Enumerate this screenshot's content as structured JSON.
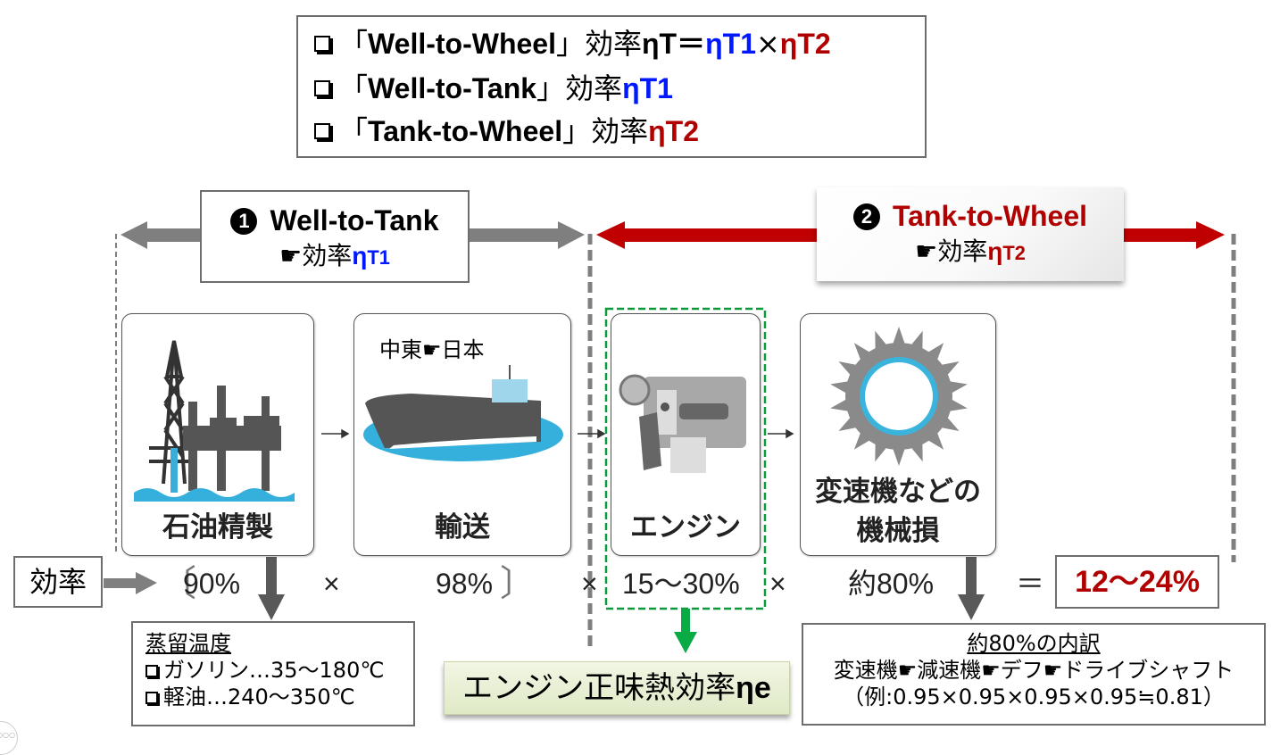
{
  "legend": {
    "lines": [
      {
        "prefix": "「",
        "term": "Well-to-Wheel",
        "suffix": "」効率",
        "formula_black": "ηT＝",
        "formula_blue": "ηT1",
        "times": "×",
        "formula_red": "ηT2"
      },
      {
        "prefix": "「",
        "term": "Well-to-Tank",
        "suffix": "」効率",
        "formula_blue": "ηT1"
      },
      {
        "prefix": "「",
        "term": "Tank-to-Wheel",
        "suffix": "」効率",
        "formula_red": "ηT2"
      }
    ]
  },
  "stages": {
    "well_to_tank": {
      "number": "1",
      "title": "Well-to-Tank",
      "pointer": "☛",
      "label": "効率",
      "eta": "η",
      "sub": "T1",
      "arrow_color": "#7f7f7f"
    },
    "tank_to_wheel": {
      "number": "2",
      "title": "Tank-to-Wheel",
      "pointer": "☛",
      "label": "効率",
      "eta": "η",
      "sub": "T2",
      "arrow_color": "#c00000"
    }
  },
  "steps": [
    {
      "id": "refining",
      "label": "石油精製",
      "icon": "oil-rig-icon",
      "efficiency": "90%"
    },
    {
      "id": "transport",
      "label": "輸送",
      "caption": "中東☛日本",
      "icon": "tanker-ship-icon",
      "efficiency": "98%"
    },
    {
      "id": "engine",
      "label": "エンジン",
      "icon": "engine-icon",
      "efficiency": "15〜30%"
    },
    {
      "id": "mechanical_loss",
      "label_line1": "変速機などの",
      "label_line2": "機械損",
      "icon": "gear-icon",
      "efficiency": "約80%"
    }
  ],
  "efficiency_row": {
    "label": "効率",
    "open_bracket": "〔",
    "close_bracket": "〕",
    "times": "×",
    "equals": "＝",
    "result": "12〜24%"
  },
  "notes": {
    "distillation": {
      "title": "蒸留温度",
      "items": [
        "ガソリン…35〜180℃",
        "軽油…240〜350℃"
      ]
    },
    "engine_efficiency": {
      "text": "エンジン正味熱効率",
      "eta": "ηe"
    },
    "breakdown": {
      "title": "約80%の内訳",
      "chain": "変速機☛減速機☛デフ☛ドライブシャフト",
      "example": "（例:0.95×0.95×0.95×0.95≒0.81）"
    }
  },
  "colors": {
    "blue": "#0018ff",
    "red": "#b00000",
    "green_dash": "#0a9a3a",
    "gray_arrow": "#7f7f7f",
    "dark_arrow": "#595959"
  }
}
